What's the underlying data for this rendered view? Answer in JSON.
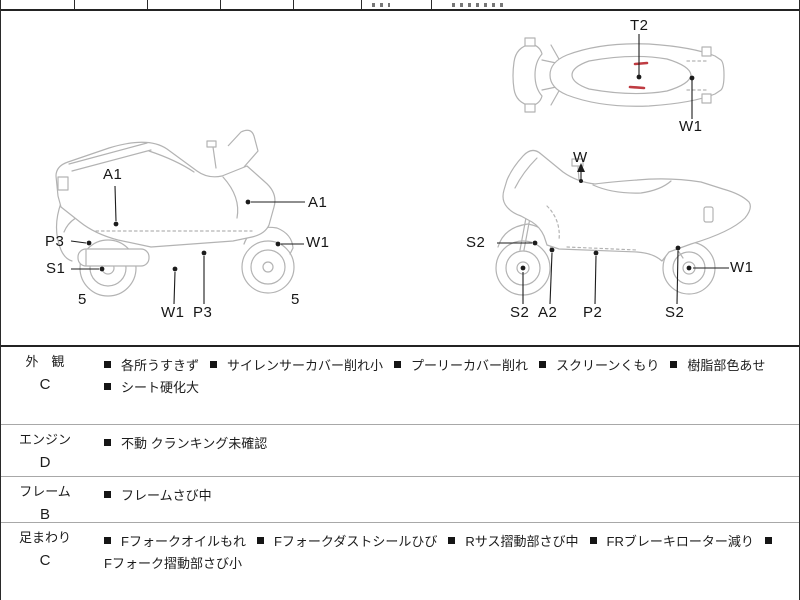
{
  "colors": {
    "ink": "#1c1c1c",
    "outline": "#b3b3b3",
    "damage_mark": "#bf3c42",
    "row_separator": "#a8a8a8"
  },
  "diagrams": {
    "top_view": {
      "view_name": "top view",
      "labels": {
        "t2": "T2",
        "w1_rear_right": "W1"
      },
      "damage_marks_red_dashes": 2
    },
    "left_view": {
      "view_name": "left side view",
      "labels": {
        "a1_rear_body": "A1",
        "a1_front_cowl": "A1",
        "p3_rear_fender": "P3",
        "w1_front_fender": "W1",
        "s1_muffler": "S1",
        "tread_rear": "5",
        "w1_underbody": "W1",
        "p3_floor": "P3",
        "tread_front": "5"
      }
    },
    "right_view": {
      "view_name": "right side view",
      "labels": {
        "w_mirror": "W",
        "s2_fork_upper": "S2",
        "w1_rear_wheel": "W1",
        "s2_front_wheel": "S2",
        "a2_lower_cowl": "A2",
        "p2_floor": "P2",
        "s2_rear_sus": "S2"
      }
    }
  },
  "condition_table": {
    "rows": [
      {
        "category": "外　観",
        "grade": "C",
        "lines": [
          [
            {
              "bullet": true,
              "text": "各所うすきず"
            },
            {
              "bullet": true,
              "text": "サイレンサーカバー削れ小"
            },
            {
              "bullet": true,
              "text": "プーリーカバー削れ"
            },
            {
              "bullet": true,
              "text": "スクリーンくもり"
            },
            {
              "bullet": true,
              "text": "樹脂部色あせ"
            }
          ],
          [
            {
              "bullet": true,
              "text": "シート硬化大"
            }
          ]
        ]
      },
      {
        "category": "エンジン",
        "grade": "D",
        "lines": [
          [
            {
              "bullet": true,
              "text": "不動 クランキング未確認"
            }
          ]
        ]
      },
      {
        "category": "フレーム",
        "grade": "B",
        "lines": [
          [
            {
              "bullet": true,
              "text": "フレームさび中"
            }
          ]
        ]
      },
      {
        "category": "足まわり",
        "grade": "C",
        "lines": [
          [
            {
              "bullet": true,
              "text": "Fフォークオイルもれ"
            },
            {
              "bullet": true,
              "text": "Fフォークダストシールひび"
            },
            {
              "bullet": true,
              "text": "Rサス摺動部さび中"
            },
            {
              "bullet": true,
              "text": "FRブレーキローター減り"
            },
            {
              "bullet": true,
              "text": ""
            }
          ],
          [
            {
              "bullet": false,
              "text": "Fフォーク摺動部さび小"
            }
          ]
        ]
      }
    ]
  }
}
